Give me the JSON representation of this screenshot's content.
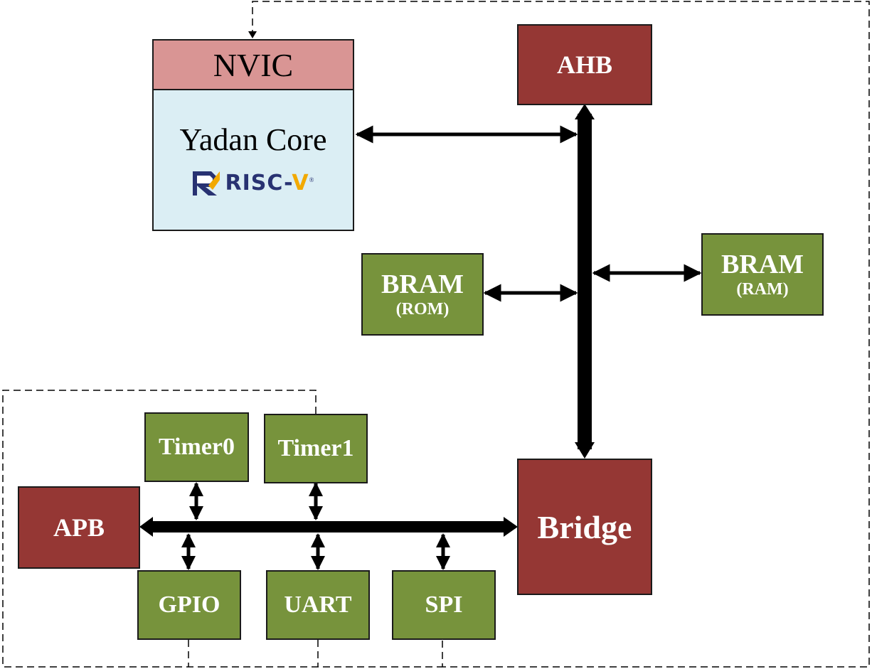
{
  "nvic": {
    "label": "NVIC"
  },
  "core": {
    "title": "Yadan Core",
    "logo_text": "RISC-",
    "logo_v": "V",
    "logo_mark": "®"
  },
  "ahb": {
    "label": "AHB"
  },
  "bridge": {
    "label": "Bridge"
  },
  "apb": {
    "label": "APB"
  },
  "bram_rom": {
    "label": "BRAM",
    "sub": "(ROM)"
  },
  "bram_ram": {
    "label": "BRAM",
    "sub": "(RAM)"
  },
  "timer0": {
    "label": "Timer0"
  },
  "timer1": {
    "label": "Timer1"
  },
  "gpio": {
    "label": "GPIO"
  },
  "uart": {
    "label": "UART"
  },
  "spi": {
    "label": "SPI"
  },
  "colors": {
    "bus_red": "#953734",
    "periph_green": "#77933c",
    "nvic_pink": "#d99594",
    "core_blue": "#dbeef4",
    "riscv_navy": "#283272",
    "riscv_gold": "#f2a900"
  }
}
